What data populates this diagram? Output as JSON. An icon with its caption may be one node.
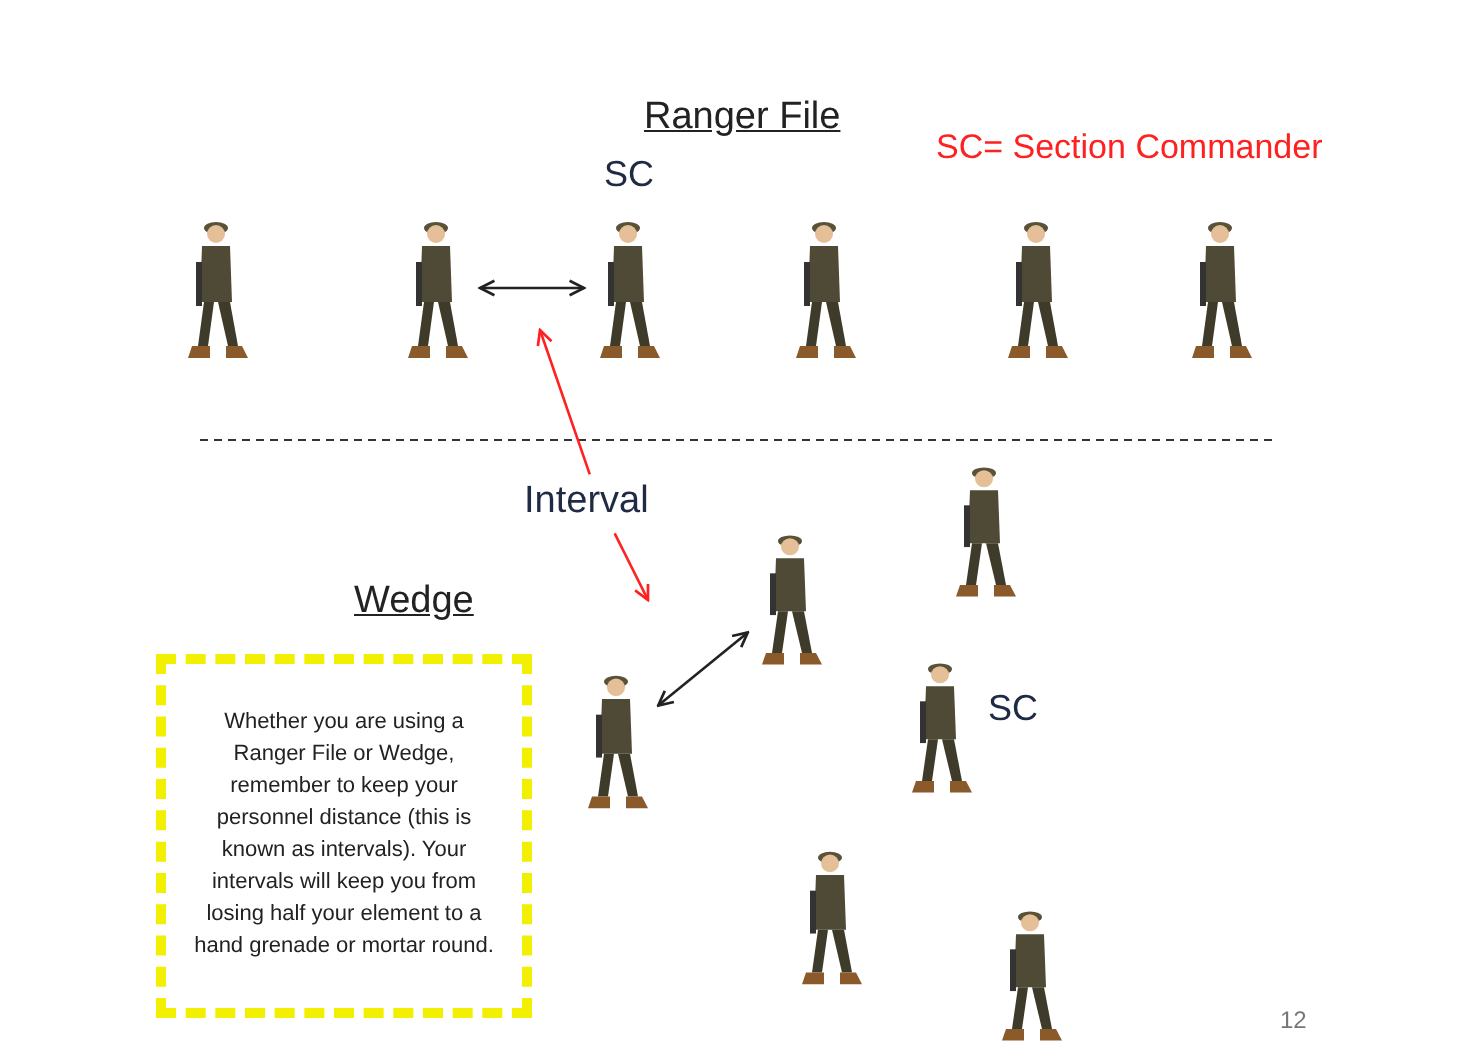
{
  "diagram": {
    "nodes": [
      {
        "text": [],
        "shape": "person"
      },
      {
        "text": [],
        "shape": "person"
      },
      {
        "text": [],
        "shape": "person",
        "beside": [
          "SC"
        ]
      },
      {
        "text": [],
        "shape": "person"
      },
      {
        "text": [],
        "shape": "person"
      },
      {
        "text": [],
        "shape": "person"
      },
      {
        "text": [],
        "shape": "person"
      },
      {
        "text": [],
        "shape": "person"
      },
      {
        "text": [],
        "shape": "person"
      },
      {
        "text": [],
        "shape": "person",
        "beside": [
          "SC"
        ]
      },
      {
        "text": [],
        "shape": "person"
      },
      {
        "text": [],
        "shape": "person"
      },
      {
        "text": [
          "Interval"
        ]
      },
      {
        "text": [
          "Whether you are using a Ranger File or Wedge, remember to keep your personnel distance (this is known as intervals). Your intervals will keep you from losing half your element to a hand grenade or mortar round."
        ]
      }
    ],
    "edges": [
      {
        "from": 1,
        "to": 2,
        "arrow": "both"
      },
      {
        "from": 8,
        "to": 7,
        "arrow": "both"
      },
      {
        "from": 12,
        "to": null,
        "arrow": "to",
        "color": "#ff2020"
      },
      {
        "from": 12,
        "to": null,
        "arrow": "to",
        "color": "#ff2020"
      }
    ],
    "labels": [
      "Ranger File",
      "SC= Section Commander",
      "Wedge",
      "12"
    ]
  }
}
